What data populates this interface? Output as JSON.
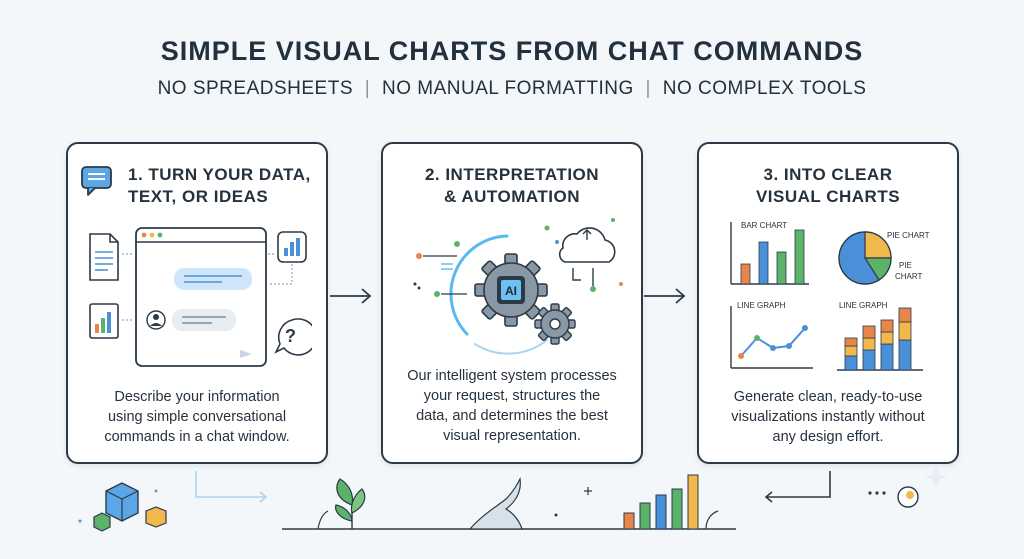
{
  "header": {
    "title": "SIMPLE VISUAL CHARTS FROM CHAT COMMANDS",
    "subtitle_items": [
      "NO SPREADSHEETS",
      "NO MANUAL FORMATTING",
      "NO COMPLEX TOOLS"
    ],
    "separator": "|"
  },
  "steps": [
    {
      "title_lines": [
        "1. TURN YOUR DATA,",
        "TEXT, OR IDEAS"
      ],
      "desc_lines": [
        "Describe your information",
        "using simple conversational",
        "commands in a chat window."
      ],
      "icons": [
        "chat-bubble-icon",
        "document-icon",
        "bar-chart-icon",
        "user-icon",
        "question-icon",
        "send-icon"
      ]
    },
    {
      "title_lines": [
        "2. INTERPRETATION",
        "& AUTOMATION"
      ],
      "desc_lines": [
        "Our intelligent system processes",
        "your request, structures the",
        "data, and determines the best",
        "visual representation."
      ],
      "gear_label": "AI",
      "icons": [
        "gear-icon",
        "cloud-icon",
        "small-gear-icon"
      ]
    },
    {
      "title_lines": [
        "3. INTO CLEAR",
        "VISUAL CHARTS"
      ],
      "desc_lines": [
        "Generate clean, ready-to-use",
        "visualizations instantly without",
        "any design effort."
      ],
      "chart_labels": {
        "bar": "BAR CHART",
        "pie_top": "PIE CHART",
        "pie_side": [
          "PIE",
          "CHART"
        ],
        "line": "LINE GRAPH",
        "stacked": "LINE GRAPH"
      }
    }
  ],
  "colors": {
    "dark": "#2c3a48",
    "orange": "#e8854a",
    "blue": "#4a90d9",
    "green": "#5bb36a",
    "yellow": "#f2b84b",
    "light_blue": "#a9d4f2"
  }
}
